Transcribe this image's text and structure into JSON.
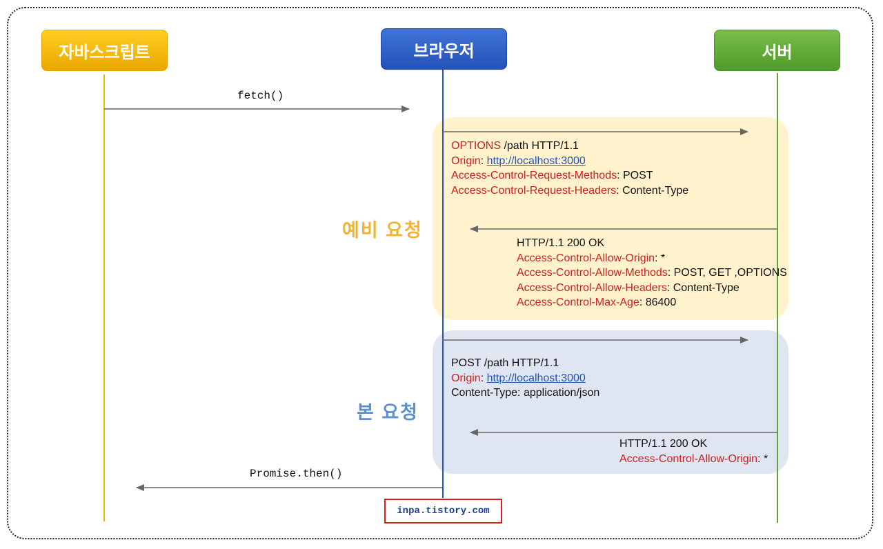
{
  "actors": {
    "javascript": "자바스크립트",
    "browser": "브라우저",
    "server": "서버"
  },
  "phases": {
    "preflight": "예비 요청",
    "main": "본 요청"
  },
  "calls": {
    "fetch": "fetch()",
    "promise_then": "Promise.then()"
  },
  "preflight_request": {
    "line1_name": "OPTIONS",
    "line1_value": " /path HTTP/1.1",
    "origin_name": "Origin",
    "origin_value": "http://localhost:3000",
    "method_name": "Access-Control-Request-Methods",
    "method_value": "POST",
    "headers_name": "Access-Control-Request-Headers",
    "headers_value": "Content-Type"
  },
  "preflight_response": {
    "status": "HTTP/1.1 200 OK",
    "allow_origin_name": "Access-Control-Allow-Origin",
    "allow_origin_value": "*",
    "allow_methods_name": "Access-Control-Allow-Methods",
    "allow_methods_value": "POST, GET ,OPTIONS",
    "allow_headers_name": "Access-Control-Allow-Headers",
    "allow_headers_value": "Content-Type",
    "max_age_name": "Access-Control-Max-Age",
    "max_age_value": "86400"
  },
  "main_request": {
    "line1": "POST /path HTTP/1.1",
    "origin_name": "Origin",
    "origin_value": "http://localhost:3000",
    "content_type": "Content-Type: application/json"
  },
  "main_response": {
    "status": "HTTP/1.1 200 OK",
    "allow_origin_name": "Access-Control-Allow-Origin",
    "allow_origin_value": "*"
  },
  "watermark": "inpa.tistory.com",
  "colors": {
    "javascript": "#f5b800",
    "browser": "#2452b8",
    "server": "#5aa533",
    "header_name": "#cc1f1f",
    "link": "#1f55b3",
    "preflight_zone": "#fff2cc",
    "main_zone": "#dfe5f1",
    "arrow": "#666666"
  }
}
